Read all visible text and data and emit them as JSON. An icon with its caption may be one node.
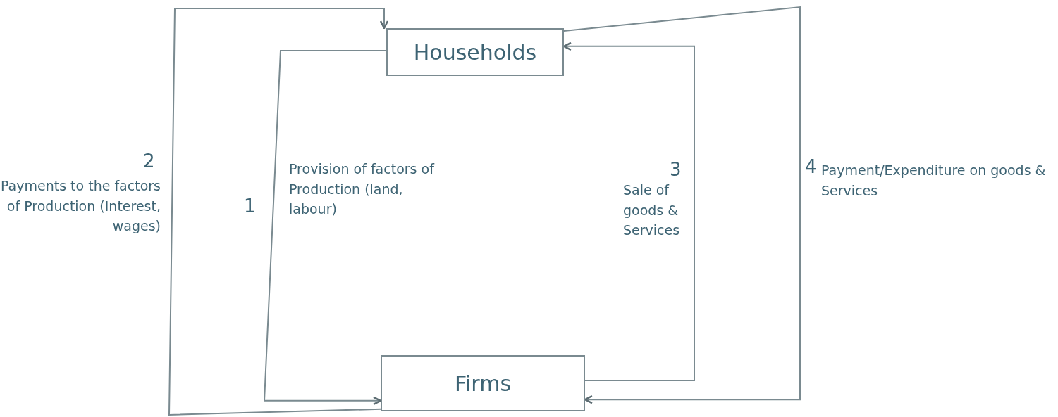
{
  "diagram": {
    "nodes": [
      {
        "text": [
          "Households"
        ]
      },
      {
        "text": [
          "Firms"
        ]
      }
    ],
    "edges": [
      {
        "from": 0,
        "to": 1,
        "arrow": "to",
        "label": "Provision of factors of Production (land, labour)"
      },
      {
        "from": 1,
        "to": 0,
        "arrow": "to",
        "label": "Payments to the factors of Production (Interest, wages)"
      },
      {
        "from": 1,
        "to": 0,
        "arrow": "to",
        "label": "Sale of goods & Services"
      },
      {
        "from": 0,
        "to": 1,
        "arrow": "to",
        "label": "Payment/Expenditure on goods & Services"
      }
    ],
    "labels": [
      "1",
      "2",
      "3",
      "4"
    ]
  }
}
